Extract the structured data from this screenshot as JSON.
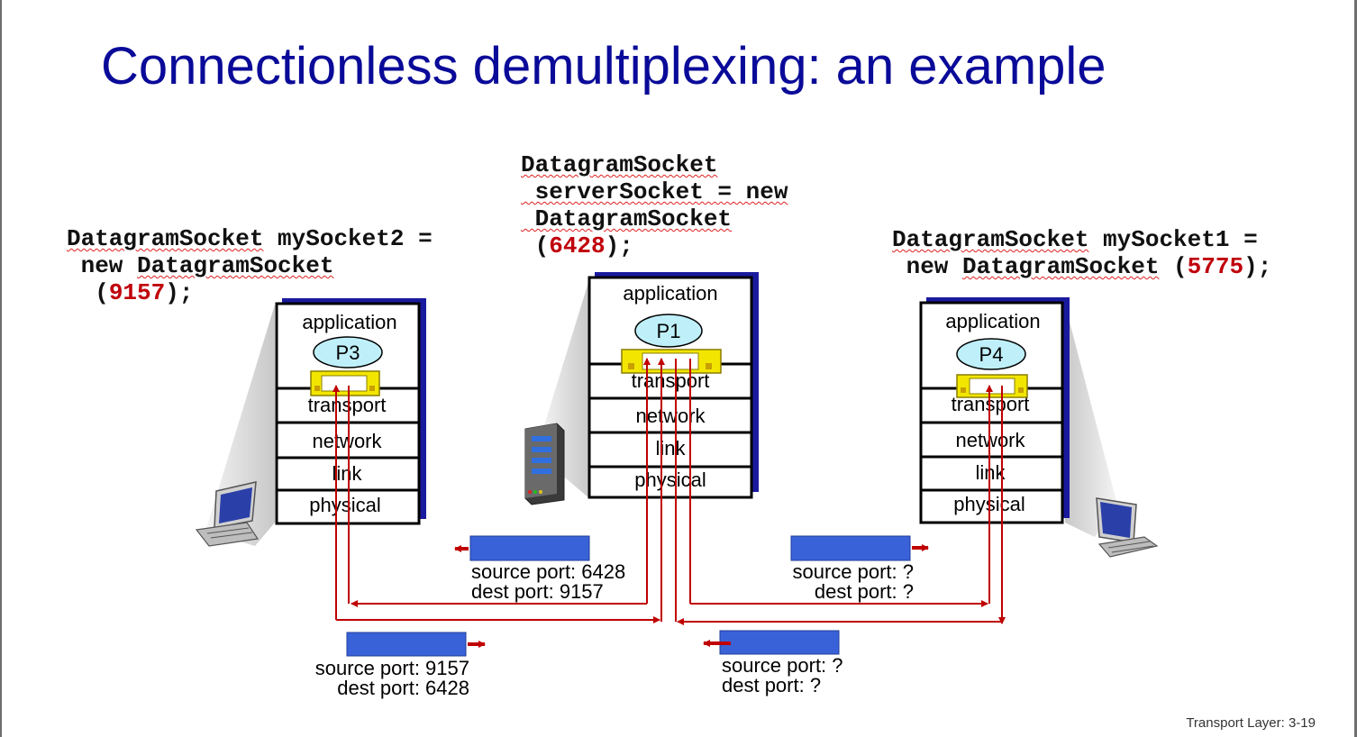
{
  "title": "Connectionless demultiplexing: an example",
  "footer": "Transport Layer: 3-19",
  "sockets": {
    "server": {
      "line1": "DatagramSocket",
      "line2": " serverSocket = new",
      "line3": " DatagramSocket",
      "port_open": " (",
      "port": "6428",
      "port_close": ");"
    },
    "left": {
      "line1_a": "DatagramSocket",
      "line1_b": " mySocket2 =",
      "line2_a": " new ",
      "line2_b": "DatagramSocket",
      "port_open": "  (",
      "port": "9157",
      "port_close": ");"
    },
    "right": {
      "line1_a": "DatagramSocket",
      "line1_b": " mySocket1 =",
      "line2_a": " new ",
      "line2_b": "DatagramSocket",
      "port_open": " (",
      "port": "5775",
      "port_close": ");"
    }
  },
  "layers": [
    "application",
    "transport",
    "network",
    "link",
    "physical"
  ],
  "processes": {
    "left": "P3",
    "server": "P1",
    "right": "P4"
  },
  "segments": {
    "s1": {
      "src": "source port: 6428",
      "dst": "dest port: 9157"
    },
    "s2": {
      "src": "source port: ?",
      "dst": "dest port: ?"
    },
    "s3": {
      "src": "source port: 9157",
      "dst": "dest port: 6428"
    },
    "s4": {
      "src": "source port: ?",
      "dst": "dest port: ?"
    }
  },
  "colors": {
    "title": "#0a0a99",
    "port": "#c0000b",
    "arrow": "#c00000",
    "segment": "#3a62d8",
    "socket": "#f2e600",
    "process": "#bff0fa"
  }
}
